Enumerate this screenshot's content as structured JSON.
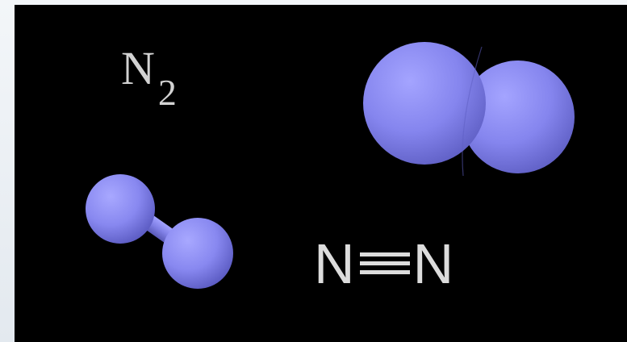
{
  "molecule": {
    "formula": {
      "symbol": "N",
      "subscript": "2"
    },
    "structural_formula": {
      "left_atom": "N",
      "right_atom": "N",
      "bond": "triple"
    },
    "atom_color": "#8c8cf2",
    "background_color": "#000000",
    "text_color": "#d2d2d2"
  }
}
